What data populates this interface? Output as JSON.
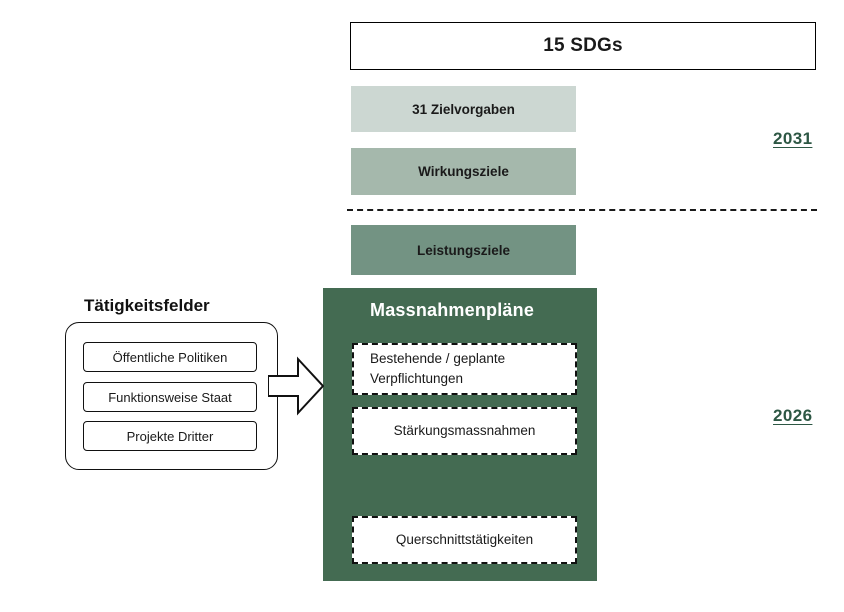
{
  "diagram": {
    "sdg_box": {
      "label": "15 SDGs"
    },
    "bars": [
      {
        "label": "31 Zielvorgaben",
        "color": "#ccd7d2"
      },
      {
        "label": "Wirkungsziele",
        "color": "#a5b8ac"
      },
      {
        "label": "Leistungsziele",
        "color": "#739383"
      }
    ],
    "years": {
      "upper": "2031",
      "lower": "2026",
      "color": "#2d5744"
    },
    "measures_panel": {
      "title": "Massnahmenpläne",
      "color": "#446b52",
      "cards": [
        {
          "label": "Bestehende / geplante Verpflichtungen",
          "align": "left"
        },
        {
          "label": "Stärkungsmassnahmen",
          "align": "center"
        },
        {
          "label": "Querschnittstätigkeiten",
          "align": "center"
        }
      ]
    },
    "activity_fields": {
      "title": "Tätigkeitsfelder",
      "items": [
        {
          "label": "Öffentliche Politiken"
        },
        {
          "label": "Funktionsweise Staat"
        },
        {
          "label": "Projekte Dritter"
        }
      ]
    }
  }
}
